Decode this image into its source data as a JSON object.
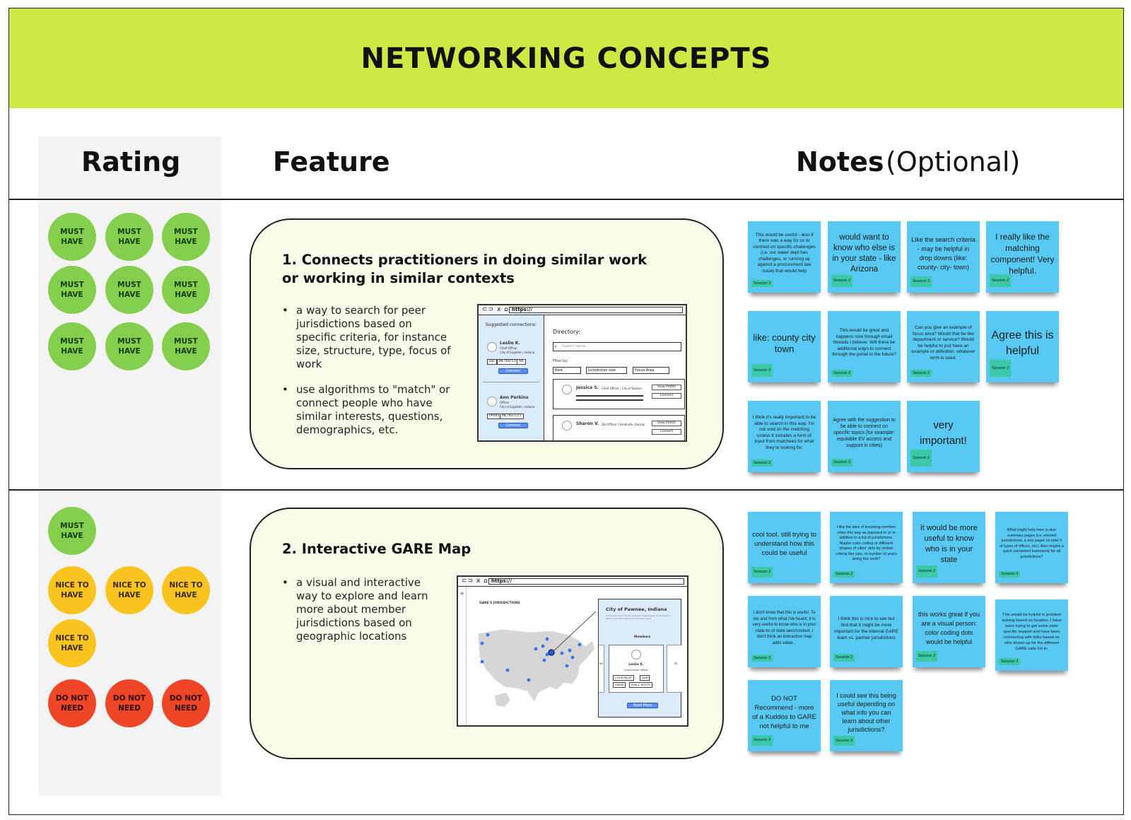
{
  "title": "NETWORKING CONCEPTS",
  "columns": {
    "rating": "Rating",
    "feature": "Feature",
    "notes": "Notes",
    "notes_optional": "(Optional)"
  },
  "ratings": {
    "must": "MUST\nHAVE",
    "nice": "NICE TO\nHAVE",
    "not": "DO NOT\nNEED"
  },
  "feature1": {
    "title": "1. Connects practitioners in doing similar work or working in similar contexts",
    "bullets": [
      "a way to search for peer jurisdictions based on specific criteria, for instance size, structure, type, focus of work",
      "use algorithms to \"match\" or connect people who have similar interests, questions, demographics, etc."
    ],
    "mock": {
      "nav": "⊂⊃ x ⌂",
      "url": "https://",
      "suggested": "Suggested connections:",
      "person1": {
        "name": "Leslie K.",
        "role": "Chief Officer",
        "city": "City of Eagleton, Indiana",
        "tags": [
          "DEI",
          "METRO-CITY",
          "HR"
        ],
        "button": "Connect"
      },
      "person2": {
        "name": "Ann Perkins",
        "role": "Officer",
        "city": "City of Eagleton, Indiana",
        "tags": [
          "PARKS",
          "METRO-CITY"
        ],
        "button": "Connect"
      },
      "directory": "Directory:",
      "search_placeholder": "Search name...",
      "filter_by": "Filter by:",
      "filters": [
        "Role",
        "Jurisdiction size",
        "Focus Area"
      ],
      "result1": {
        "name": "Jessica S.",
        "detail": "Chief Officer | City of Boston",
        "view": "View Profile",
        "connect": "Connect"
      },
      "result2": {
        "name": "Sharon V.",
        "detail": "DEI Officer | Smallville, Kansas",
        "view": "View Profile",
        "connect": "Connect"
      }
    }
  },
  "feature2": {
    "title": "2. Interactive GARE Map",
    "bullets": [
      "a visual and interactive way to explore and learn more about member jurisdictions based on geographic locations"
    ],
    "mock": {
      "nav": "⊂⊃ x ⌂",
      "url": "https://",
      "map_label": "GARE'S JURISDICTIONS",
      "city": "City of Pawnee, Indiana",
      "city_desc": "Lorem ipsum dolor sit amet, consectetur adipiscing elit, sed do eiusmod tempor incididunt ut labore et dolore magna aliqua.",
      "members": "Members",
      "member_name": "Leslie K.",
      "member_role": "Chief Equity Officer",
      "member_tags": [
        "COVID RELIEF",
        "DEIB",
        "HIRING",
        "PUBLIC HEALTH"
      ],
      "side_left": "on",
      "side_right": "Ar",
      "read_more": "Read More"
    }
  },
  "notes1": [
    {
      "text": "This would be useful - also if there was a way for us to connect on specific challenges (i.e. our water dept has challenges, or running up against a procurement law issue) that would help",
      "session": "Session 3"
    },
    {
      "text": "would want to know who else is in your state - like Arizona",
      "session": "Session 2"
    },
    {
      "text": "Like the search criteria - may be helpful in drop downs (like: county- city- town)",
      "session": "Session 3"
    },
    {
      "text": "I really like the matching component! Very helpful.",
      "session": "Session 2"
    },
    {
      "text": "like: county city town",
      "session": "Session 3"
    },
    {
      "text": "This would be great and happens now through email threads I believe. Will there be additional ways to connect through the portal in the future?",
      "session": "Session 3"
    },
    {
      "text": "Can you give an example of focus area? Would that be like department or service? Would be helpful to just have an example or definition, whatever term is used.",
      "session": "Session 2"
    },
    {
      "text": "Agree this is helpful",
      "session": "Session 2"
    },
    {
      "text": "I think it's really important to be able to search in this way. I'm not sold on the matching unless it includes a form of input from matchees for what they're looking for.",
      "session": "Session 2"
    },
    {
      "text": "Agree with the suggestion to be able to connect on specific topics (for example: equitable EV access and support in cities)",
      "session": "Session 3"
    },
    {
      "text": "very important!",
      "session": "Session 2"
    }
  ],
  "notes2": [
    {
      "text": "cool tool. still trying to understand how this could be useful",
      "session": "Session 2"
    },
    {
      "text": "I like the idea of browsing member cities this way as opposed to or in addition to a list of jurisdictions. Maybe color coding or different shapes of cities' dots by certain criteria like size, or number of years doing this work?",
      "session": "Session 2"
    },
    {
      "text": "it would be more useful to know who is in your state",
      "session": "Session 2"
    },
    {
      "text": "What might help here is also summary pages (i.e. elected jurisdictions, a one pager on total # of types of offices, etc). Also maybe a quick consistent framework for all jurisdictions?",
      "session": "Session 3"
    },
    {
      "text": "I don't know that this is useful. To me and from what I've heard, it is very useful to know who is in your state bc of state laws/context. I don't think an interactive map adds value...",
      "session": "Session 2"
    },
    {
      "text": "I think this is nice to see but find that it might be more important for the internal GARE team vs. partner jurisdictions",
      "session": "Session 2"
    },
    {
      "text": "this works great if you are a visual person: color coding dots would be helpful",
      "session": "Session 2"
    },
    {
      "text": "This would be helpful in problem solving based on location. I have been trying to get some state specific support and have been connecting with folks based on who shows up for the different GARE calls I'm in.",
      "session": "Session 3"
    },
    {
      "text": "DO NOT Recommend - more of a Kuddos to GARE not helpful to me",
      "session": "Session 2"
    },
    {
      "text": "I could see this being useful depending on what info you can learn about other jurisdictions?",
      "session": "Session 3"
    }
  ],
  "colors": {
    "banner": "#cfe844",
    "must": "#84cf4e",
    "nice": "#f9c41f",
    "not": "#ef4628",
    "sticky": "#58c9f2",
    "card": "#f8fbe7"
  }
}
